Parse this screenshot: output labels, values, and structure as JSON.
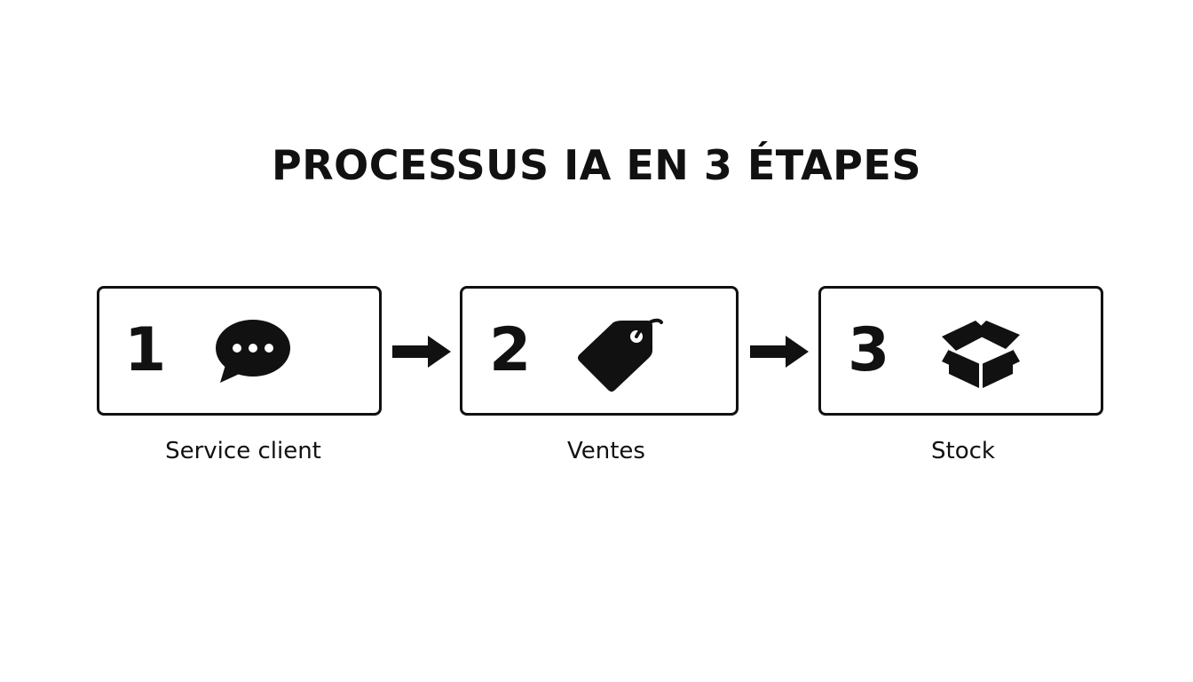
{
  "title": "PROCESSUS IA EN 3 ÉTAPES",
  "steps": [
    {
      "number": "1",
      "label": "Service client",
      "icon": "chat-bubble-icon"
    },
    {
      "number": "2",
      "label": "Ventes",
      "icon": "price-tag-icon"
    },
    {
      "number": "3",
      "label": "Stock",
      "icon": "box-icon"
    }
  ],
  "colors": {
    "ink": "#111111",
    "background": "#ffffff"
  }
}
